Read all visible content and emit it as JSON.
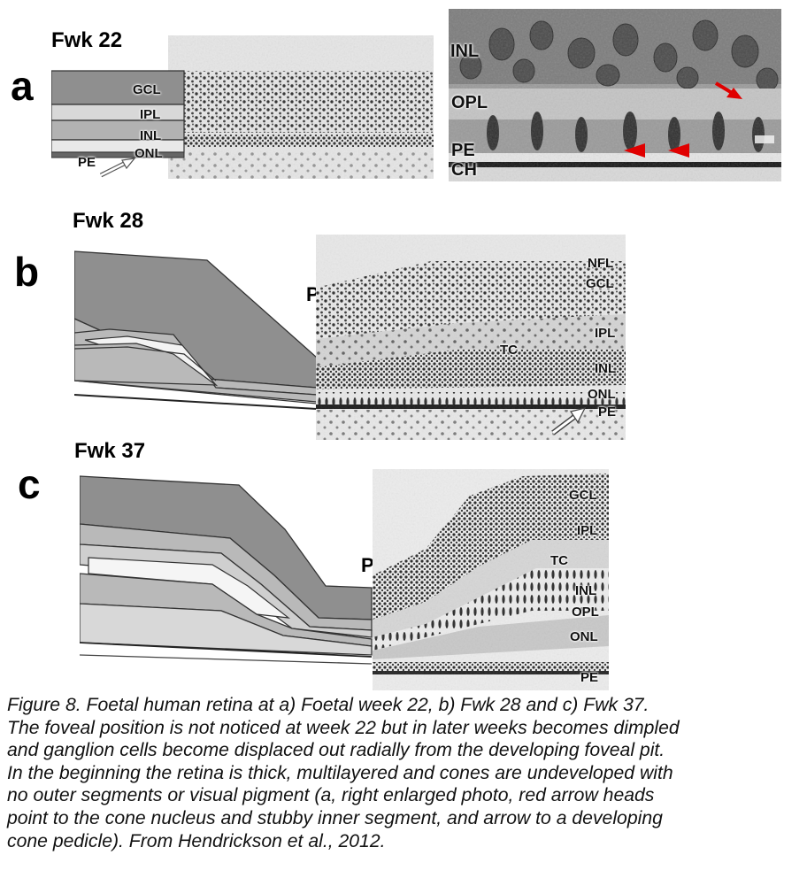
{
  "panel_a": {
    "letter": "a",
    "title": "Fwk 22",
    "schematic_labels": [
      "GCL",
      "IPL",
      "INL",
      "ONL",
      "PE"
    ],
    "inset_labels": [
      "INL",
      "OPL",
      "PE",
      "CH"
    ]
  },
  "panel_b": {
    "letter": "b",
    "title": "Fwk 28",
    "pit_label": "P",
    "labels": [
      "NFL",
      "GCL",
      "IPL",
      "TC",
      "INL",
      "ONL",
      "PE"
    ]
  },
  "panel_c": {
    "letter": "c",
    "title": "Fwk 37",
    "pit_label": "P",
    "labels": [
      "GCL",
      "IPL",
      "TC",
      "INL",
      "OPL",
      "ONL",
      "PE"
    ]
  },
  "caption": {
    "lines": [
      "Figure  8.   Foetal human retina at a) Foetal week 22, b) Fwk 28 and c) Fwk 37.",
      "The foveal position is not noticed at week 22 but in later weeks becomes dimpled",
      "and ganglion cells become displaced out radially from the developing foveal pit.",
      "In the beginning the retina is thick, multilayered and cones are undeveloped with",
      "no outer segments or visual pigment (a, right enlarged photo, red arrow heads",
      "point to the cone nucleus and stubby inner segment, and arrow to a developing",
      "cone pedicle). From Hendrickson et al., 2012."
    ]
  },
  "colors": {
    "dark_layer": "#8f8f8f",
    "mid_layer": "#b9b9b9",
    "light_layer": "#e4e4e4",
    "stain": "#2b2b2b",
    "arrow_red": "#e00000"
  }
}
